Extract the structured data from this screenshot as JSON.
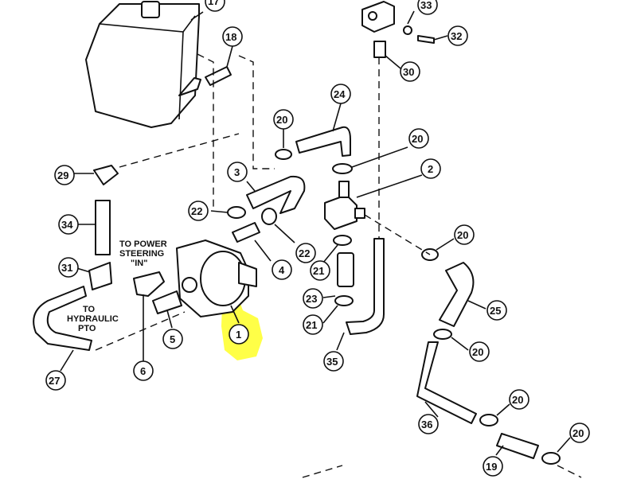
{
  "labels": {
    "to_power_steering_1": "TO POWER",
    "to_power_steering_2": "STEERING",
    "to_power_steering_3": "\"IN\"",
    "to_hydraulic_1": "TO",
    "to_hydraulic_2": "HYDRAULIC",
    "to_hydraulic_3": "PTO"
  },
  "callouts": {
    "c17": "17",
    "c33": "33",
    "c32": "32",
    "c30": "30",
    "c18": "18",
    "c24": "24",
    "c20a": "20",
    "c20b": "20",
    "c2": "2",
    "c29": "29",
    "c3": "3",
    "c22a": "22",
    "c22b": "22",
    "c34": "34",
    "c4": "4",
    "c31": "31",
    "c21a": "21",
    "c23": "23",
    "c21b": "21",
    "c20c": "20",
    "c25": "25",
    "c1": "1",
    "c5": "5",
    "c6": "6",
    "c27": "27",
    "c35": "35",
    "c20d": "20",
    "c36": "36",
    "c20e": "20",
    "c20f": "20",
    "c19": "19"
  },
  "colors": {
    "highlight": "#ffff33",
    "ink": "#111111"
  }
}
